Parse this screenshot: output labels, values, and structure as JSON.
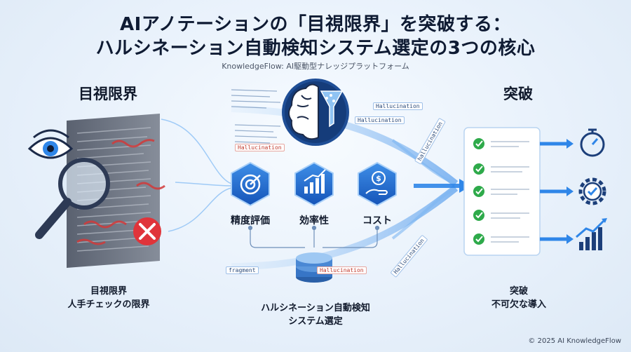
{
  "header": {
    "title_line1": "AIアノテーションの「目視限界」を突破する：",
    "title_line2": "ハルシネーション自動検知システム選定の3つの核心",
    "subtitle": "KnowledgeFlow: AI駆動型ナレッジプラットフォーム"
  },
  "left": {
    "heading": "目視限界",
    "caption_line1": "目視限界",
    "caption_line2": "人手チェックの限界"
  },
  "center": {
    "criteria": [
      {
        "label": "精度評価",
        "icon": "target-icon"
      },
      {
        "label": "効率性",
        "icon": "bar-chart-icon"
      },
      {
        "label": "コスト",
        "icon": "coin-hand-icon"
      }
    ],
    "caption_line1": "ハルシネーション自動検知",
    "caption_line2": "システム選定",
    "tags": [
      "Hallucination",
      "Hallucination",
      "hallucination",
      "fragment",
      "Hallucination",
      "Hallucination",
      "Hallucination"
    ]
  },
  "right": {
    "heading": "突破",
    "caption_line1": "突破",
    "caption_line2": "不可欠な導入",
    "outcome_icons": [
      "stopwatch-icon",
      "gear-check-icon",
      "growth-chart-icon"
    ]
  },
  "footer": {
    "copyright": "© 2025 AI KnowledgeFlow"
  },
  "colors": {
    "accent": "#1e6fd9",
    "error": "#e0343a",
    "success": "#2eaa4a",
    "dark": "#0f1b33"
  }
}
